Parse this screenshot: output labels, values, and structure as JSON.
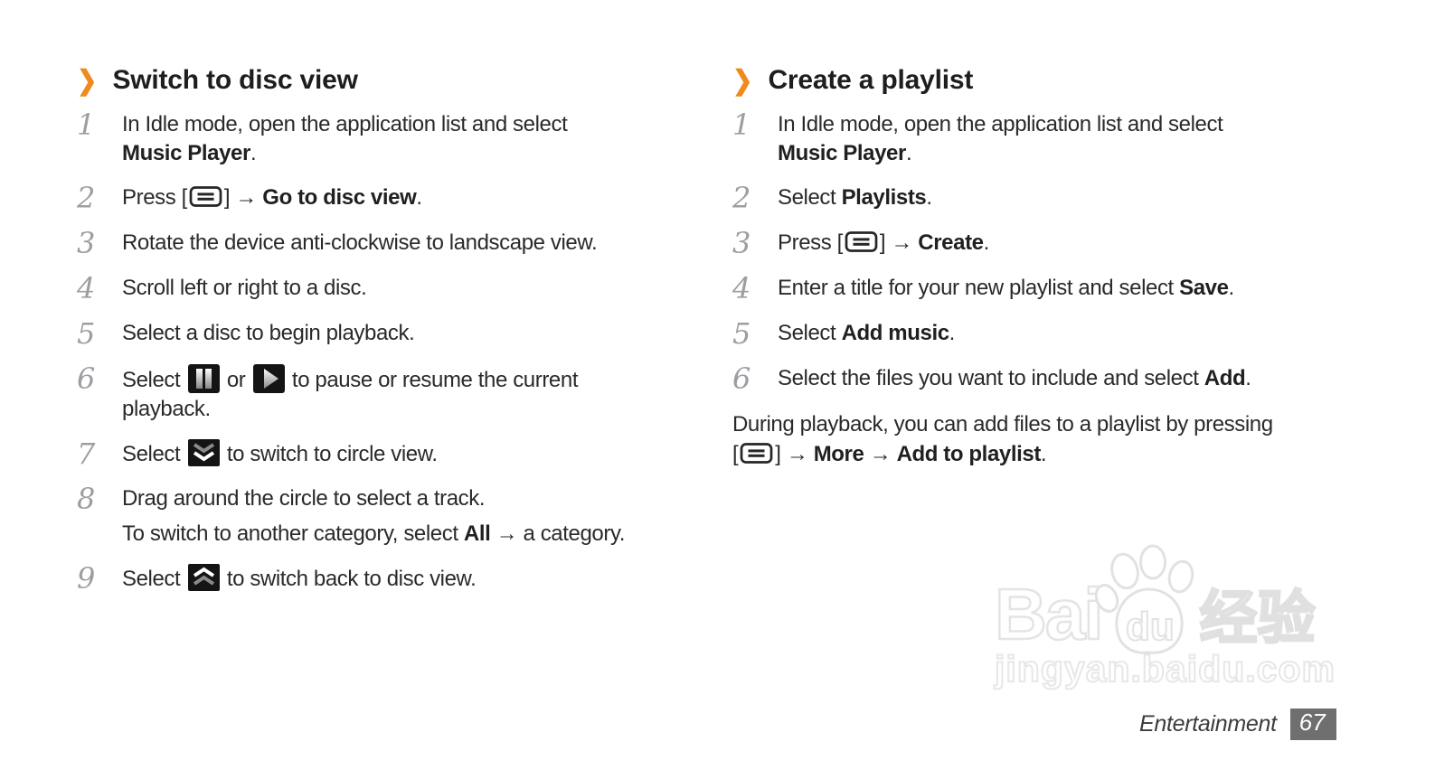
{
  "colors": {
    "accent": "#EF8A1F",
    "badge_bg": "#6F6F6F",
    "step_number": "#9C9EA1"
  },
  "sections": [
    {
      "heading": "Switch to disc view",
      "steps": [
        {
          "num": "1",
          "lines": [
            {
              "segs": [
                {
                  "t": "In Idle mode, open the application list and select"
                }
              ]
            },
            {
              "segs": [
                {
                  "t": "Music Player",
                  "b": true
                },
                {
                  "t": "."
                }
              ]
            }
          ]
        },
        {
          "num": "2",
          "lines": [
            {
              "segs": [
                {
                  "t": "Press ["
                },
                {
                  "icon": "menu-key-icon"
                },
                {
                  "t": "] → "
                },
                {
                  "t": "Go to disc view",
                  "b": true
                },
                {
                  "t": "."
                }
              ]
            }
          ]
        },
        {
          "num": "3",
          "lines": [
            {
              "segs": [
                {
                  "t": "Rotate the device anti-clockwise to landscape view."
                }
              ]
            }
          ]
        },
        {
          "num": "4",
          "lines": [
            {
              "segs": [
                {
                  "t": "Scroll left or right to a disc."
                }
              ]
            }
          ]
        },
        {
          "num": "5",
          "lines": [
            {
              "segs": [
                {
                  "t": "Select a disc to begin playback."
                }
              ]
            }
          ]
        },
        {
          "num": "6",
          "lines": [
            {
              "segs": [
                {
                  "t": "Select "
                },
                {
                  "icon": "pause-icon"
                },
                {
                  "t": " or "
                },
                {
                  "icon": "play-icon"
                },
                {
                  "t": " to pause or resume the current"
                }
              ]
            },
            {
              "segs": [
                {
                  "t": "playback."
                }
              ]
            }
          ]
        },
        {
          "num": "7",
          "lines": [
            {
              "segs": [
                {
                  "t": "Select "
                },
                {
                  "icon": "double-chevron-down-icon"
                },
                {
                  "t": " to switch to circle view."
                }
              ]
            }
          ]
        },
        {
          "num": "8",
          "lines": [
            {
              "segs": [
                {
                  "t": "Drag around the circle to select a track."
                }
              ]
            },
            {
              "gap": true,
              "segs": [
                {
                  "t": "To switch to another category, select "
                },
                {
                  "t": "All",
                  "b": true
                },
                {
                  "t": " → a category."
                }
              ]
            }
          ]
        },
        {
          "num": "9",
          "lines": [
            {
              "segs": [
                {
                  "t": "Select "
                },
                {
                  "icon": "double-chevron-up-icon"
                },
                {
                  "t": " to switch back to disc view."
                }
              ]
            }
          ]
        }
      ]
    },
    {
      "heading": "Create a playlist",
      "steps": [
        {
          "num": "1",
          "lines": [
            {
              "segs": [
                {
                  "t": "In Idle mode, open the application list and select"
                }
              ]
            },
            {
              "segs": [
                {
                  "t": "Music Player",
                  "b": true
                },
                {
                  "t": "."
                }
              ]
            }
          ]
        },
        {
          "num": "2",
          "lines": [
            {
              "segs": [
                {
                  "t": "Select "
                },
                {
                  "t": "Playlists",
                  "b": true
                },
                {
                  "t": "."
                }
              ]
            }
          ]
        },
        {
          "num": "3",
          "lines": [
            {
              "segs": [
                {
                  "t": "Press ["
                },
                {
                  "icon": "menu-key-icon"
                },
                {
                  "t": "] → "
                },
                {
                  "t": "Create",
                  "b": true
                },
                {
                  "t": "."
                }
              ]
            }
          ]
        },
        {
          "num": "4",
          "lines": [
            {
              "segs": [
                {
                  "t": "Enter a title for your new playlist and select "
                },
                {
                  "t": "Save",
                  "b": true
                },
                {
                  "t": "."
                }
              ]
            }
          ]
        },
        {
          "num": "5",
          "lines": [
            {
              "segs": [
                {
                  "t": "Select "
                },
                {
                  "t": "Add music",
                  "b": true
                },
                {
                  "t": "."
                }
              ]
            }
          ]
        },
        {
          "num": "6",
          "lines": [
            {
              "segs": [
                {
                  "t": "Select the files you want to include and select "
                },
                {
                  "t": "Add",
                  "b": true
                },
                {
                  "t": "."
                }
              ]
            }
          ]
        }
      ],
      "note": [
        {
          "segs": [
            {
              "t": "During playback, you can add files to a playlist by pressing"
            }
          ]
        },
        {
          "segs": [
            {
              "t": "["
            },
            {
              "icon": "menu-key-icon"
            },
            {
              "t": "] → "
            },
            {
              "t": "More",
              "b": true
            },
            {
              "t": " → "
            },
            {
              "t": "Add to playlist",
              "b": true
            },
            {
              "t": "."
            }
          ]
        }
      ]
    }
  ],
  "watermark": {
    "brand_bai": "Bai",
    "brand_du": "du",
    "brand_cn": "经验",
    "url": "jingyan.baidu.com"
  },
  "footer": {
    "section": "Entertainment",
    "page_number": "67"
  }
}
